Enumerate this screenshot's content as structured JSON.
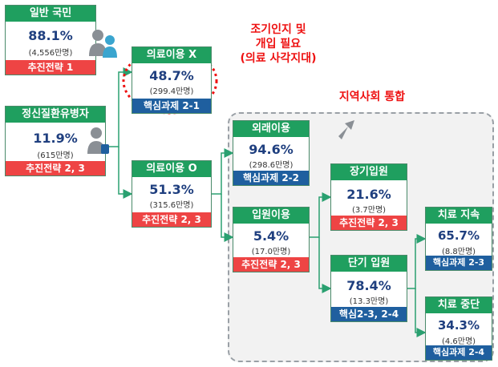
{
  "nodes": {
    "general": {
      "header": "일반 국민",
      "pct": "88.1%",
      "sub": "(4,556만명)",
      "footer": "추진전략 1"
    },
    "patients": {
      "header": "정신질환유병자",
      "pct": "11.9%",
      "sub": "(615만명)",
      "footer": "추진전략 2, 3"
    },
    "no_use": {
      "header": "의료이용 X",
      "pct": "48.7%",
      "sub": "(299.4만명)",
      "footer": "핵심과제 2-1"
    },
    "use": {
      "header": "의료이용 O",
      "pct": "51.3%",
      "sub": "(315.6만명)",
      "footer": "추진전략 2, 3"
    },
    "outpatient": {
      "header": "외래이용",
      "pct": "94.6%",
      "sub": "(298.6만명)",
      "footer": "핵심과제 2-2"
    },
    "inpatient": {
      "header": "입원이용",
      "pct": "5.4%",
      "sub": "(17.0만명)",
      "footer": "추진전략 2, 3"
    },
    "long": {
      "header": "장기입원",
      "pct": "21.6%",
      "sub": "(3.7만명)",
      "footer": "추진전략 2, 3"
    },
    "short": {
      "header": "단기 입원",
      "pct": "78.4%",
      "sub": "(13.3만명)",
      "footer": "핵심2-3, 2-4"
    },
    "continue": {
      "header": "치료 지속",
      "pct": "65.7%",
      "sub": "(8.8만명)",
      "footer": "핵심과제 2-3"
    },
    "stop": {
      "header": "치료 중단",
      "pct": "34.3%",
      "sub": "(4.6만명)",
      "footer": "핵심과제 2-4"
    }
  },
  "annotations": {
    "early_line1": "조기인지 및",
    "early_line2": "개입 필요",
    "early_line3": "(의료 사각지대)",
    "community": "지역사회 통합"
  },
  "icons": [
    "person-icon",
    "person-icon",
    "arrow-icon"
  ],
  "colors": {
    "header_green": "#1f9f5f",
    "footer_red": "#ee4444",
    "footer_blue": "#1f5f9f",
    "note_red": "#e11111"
  }
}
